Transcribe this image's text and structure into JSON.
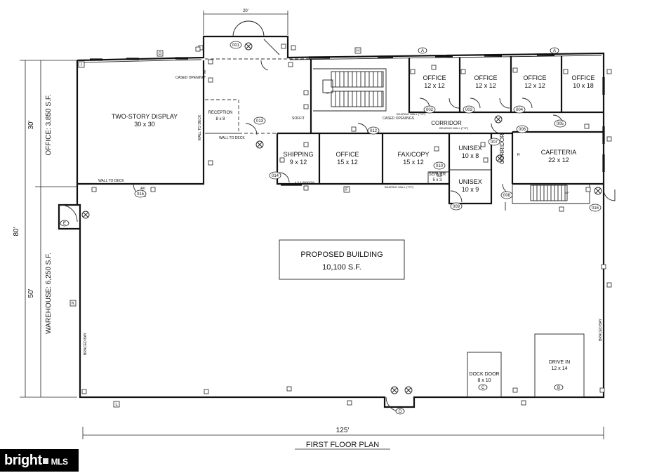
{
  "plan": {
    "footer_title": "FIRST FLOOR PLAN",
    "proposed": {
      "line1": "PROPOSED BUILDING",
      "line2": "10,100 S.F."
    },
    "dims": {
      "top_door": "20'",
      "width": "125'",
      "height": "80'",
      "office_depth": "30'",
      "office_area": "OFFICE: 3,850 S.F.",
      "warehouse_depth": "50'",
      "warehouse_area": "WAREHOUSE: 6,250 S.F."
    },
    "rooms": {
      "display": {
        "name": "TWO-STORY DISPLAY",
        "size": "30 x 30"
      },
      "reception": {
        "name": "RECEPTION",
        "size": "8 x 8"
      },
      "office1": {
        "name": "OFFICE",
        "size": "12 x 12"
      },
      "office2": {
        "name": "OFFICE",
        "size": "12 x 12"
      },
      "office3": {
        "name": "OFFICE",
        "size": "12 x 12"
      },
      "office4": {
        "name": "OFFICE",
        "size": "10 x 18"
      },
      "shipping": {
        "name": "SHIPPING",
        "size": "9 x 12"
      },
      "office5": {
        "name": "OFFICE",
        "size": "15 x 12"
      },
      "fax": {
        "name": "FAX/COPY",
        "size": "15 x 12"
      },
      "server": {
        "name": "SERVER",
        "size": "5 x 3"
      },
      "unisex1": {
        "name": "UNISEX",
        "size": "10 x 8"
      },
      "unisex2": {
        "name": "UNISEX",
        "size": "10 x 9"
      },
      "cafeteria": {
        "name": "CAFETERIA",
        "size": "22 x 12"
      },
      "corridor_h": "CORRIDOR",
      "corridor_v": "CORRIDOR",
      "dock": {
        "name": "DOCK DOOR",
        "size": "8 x 10",
        "tag": "C"
      },
      "drive": {
        "name": "DRIVE IN",
        "size": "12 x 14",
        "tag": "B"
      }
    },
    "labels": {
      "braced_left": "BRACED BAY",
      "braced_right": "BRACED BAY",
      "cased1": "CASED OPENING",
      "cased2": "CASED OPENINGS",
      "soffit": "SOFFIT",
      "wall_deck1": "WALL TO DECK",
      "wall_deck2": "WALL TO DECK",
      "wall_deck3": "WALL TO DECK",
      "bearing1": "BEARING WALL (TYP)",
      "bearing2": "BEARING WALL (TYP)",
      "bearing3": "BEARING WALL (TYP)",
      "window": "4 X 4 WINDOW",
      "up1": "UP",
      "up2": "UP",
      "r": "R"
    },
    "doors": [
      "001",
      "002",
      "003",
      "004",
      "005",
      "006",
      "007",
      "008",
      "009",
      "010",
      "012",
      "013",
      "014",
      "015",
      "016"
    ],
    "door_015": "4/0",
    "tags": [
      "A",
      "A",
      "B",
      "C",
      "D",
      "E",
      "F",
      "G",
      "H",
      "I",
      "K",
      "L"
    ]
  }
}
